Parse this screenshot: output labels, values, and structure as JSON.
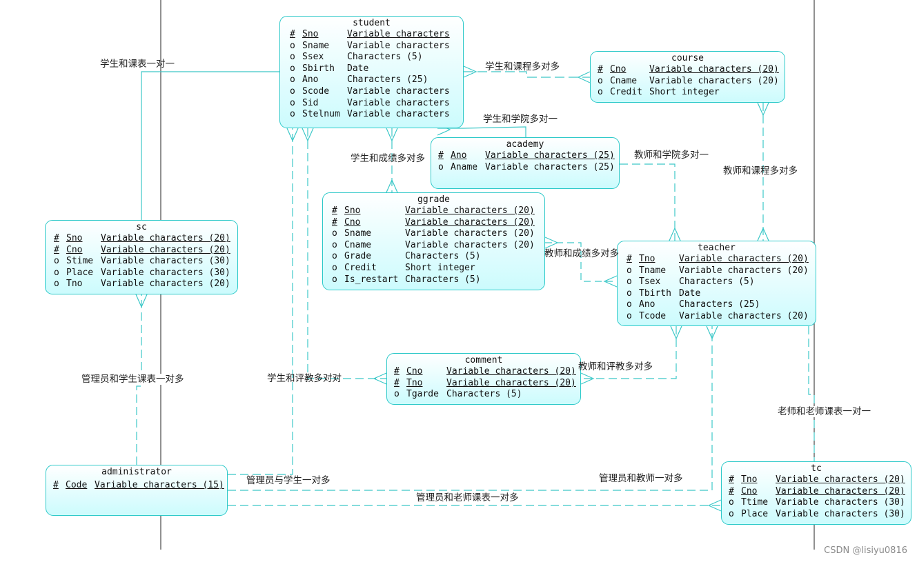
{
  "entities": {
    "student": {
      "name": "student",
      "attributes": [
        {
          "sym": "#",
          "name": "Sno",
          "type": "Variable characters",
          "key": true
        },
        {
          "sym": "o",
          "name": "Sname",
          "type": "Variable characters",
          "key": false
        },
        {
          "sym": "o",
          "name": "Ssex",
          "type": "Characters (5)",
          "key": false
        },
        {
          "sym": "o",
          "name": "Sbirth",
          "type": "Date",
          "key": false
        },
        {
          "sym": "o",
          "name": "Ano",
          "type": "Characters (25)",
          "key": false
        },
        {
          "sym": "o",
          "name": "Scode",
          "type": "Variable characters",
          "key": false
        },
        {
          "sym": "o",
          "name": "Sid",
          "type": "Variable characters",
          "key": false
        },
        {
          "sym": "o",
          "name": "Stelnum",
          "type": "Variable characters",
          "key": false
        }
      ]
    },
    "course": {
      "name": "course",
      "attributes": [
        {
          "sym": "#",
          "name": "Cno",
          "type": "Variable characters (20)",
          "key": true
        },
        {
          "sym": "o",
          "name": "Cname",
          "type": "Variable characters (20)",
          "key": false
        },
        {
          "sym": "o",
          "name": "Credit",
          "type": "Short integer",
          "key": false
        }
      ]
    },
    "academy": {
      "name": "academy",
      "attributes": [
        {
          "sym": "#",
          "name": "Ano",
          "type": "Variable characters (25)",
          "key": true
        },
        {
          "sym": "o",
          "name": "Aname",
          "type": "Variable characters (25)",
          "key": false
        }
      ]
    },
    "ggrade": {
      "name": "ggrade",
      "attributes": [
        {
          "sym": "#",
          "name": "Sno",
          "type": "Variable characters (20)",
          "key": true
        },
        {
          "sym": "#",
          "name": "Cno",
          "type": "Variable characters (20)",
          "key": true
        },
        {
          "sym": "o",
          "name": "Sname",
          "type": "Variable characters (20)",
          "key": false
        },
        {
          "sym": "o",
          "name": "Cname",
          "type": "Variable characters (20)",
          "key": false
        },
        {
          "sym": "o",
          "name": "Grade",
          "type": "Characters (5)",
          "key": false
        },
        {
          "sym": "o",
          "name": "Credit",
          "type": "Short integer",
          "key": false
        },
        {
          "sym": "o",
          "name": "Is_restart",
          "type": "Characters (5)",
          "key": false
        }
      ]
    },
    "sc": {
      "name": "sc",
      "attributes": [
        {
          "sym": "#",
          "name": "Sno",
          "type": "Variable characters (20)",
          "key": true
        },
        {
          "sym": "#",
          "name": "Cno",
          "type": "Variable characters (20)",
          "key": true
        },
        {
          "sym": "o",
          "name": "Stime",
          "type": "Variable characters (30)",
          "key": false
        },
        {
          "sym": "o",
          "name": "Place",
          "type": "Variable characters (30)",
          "key": false
        },
        {
          "sym": "o",
          "name": "Tno",
          "type": "Variable characters (20)",
          "key": false
        }
      ]
    },
    "teacher": {
      "name": "teacher",
      "attributes": [
        {
          "sym": "#",
          "name": "Tno",
          "type": "Variable characters (20)",
          "key": true
        },
        {
          "sym": "o",
          "name": "Tname",
          "type": "Variable characters (20)",
          "key": false
        },
        {
          "sym": "o",
          "name": "Tsex",
          "type": "Characters (5)",
          "key": false
        },
        {
          "sym": "o",
          "name": "Tbirth",
          "type": "Date",
          "key": false
        },
        {
          "sym": "o",
          "name": "Ano",
          "type": "Characters (25)",
          "key": false
        },
        {
          "sym": "o",
          "name": "Tcode",
          "type": "Variable characters (20)",
          "key": false
        }
      ]
    },
    "comment": {
      "name": "comment",
      "attributes": [
        {
          "sym": "#",
          "name": "Cno",
          "type": "Variable characters (20)",
          "key": true
        },
        {
          "sym": "#",
          "name": "Tno",
          "type": "Variable characters (20)",
          "key": true
        },
        {
          "sym": "o",
          "name": "Tgarde",
          "type": "Characters (5)",
          "key": false
        }
      ]
    },
    "administrator": {
      "name": "administrator",
      "attributes": [
        {
          "sym": "#",
          "name": "Code",
          "type": "Variable characters (15)",
          "key": true
        }
      ]
    },
    "tc": {
      "name": "tc",
      "attributes": [
        {
          "sym": "#",
          "name": "Tno",
          "type": "Variable characters (20)",
          "key": true
        },
        {
          "sym": "#",
          "name": "Cno",
          "type": "Variable characters (20)",
          "key": true
        },
        {
          "sym": "o",
          "name": "Ttime",
          "type": "Variable characters (30)",
          "key": false
        },
        {
          "sym": "o",
          "name": "Place",
          "type": "Variable characters (30)",
          "key": false
        }
      ]
    }
  },
  "relationships": {
    "student_sc": "学生和课表一对一",
    "student_course": "学生和课程多对多",
    "student_academy": "学生和学院多对一",
    "student_ggrade": "学生和成绩多对多",
    "teacher_academy": "教师和学院多对一",
    "teacher_course": "教师和课程多对多",
    "teacher_ggrade": "教师和成绩多对多",
    "teacher_comment": "教师和评教多对多",
    "student_comment": "学生和评教多对对",
    "admin_sc": "管理员和学生课表一对多",
    "admin_student": "管理员与学生一对多",
    "admin_teacher": "管理员和教师一对多",
    "admin_tc": "管理员和老师课表一对多",
    "teacher_tc": "老师和老师课表一对一"
  },
  "watermark": "CSDN @lisiyu0816",
  "colors": {
    "border": "#2cc9c9",
    "line": "#3cc8c8",
    "fill_top": "#ffffff",
    "fill_bottom": "#ccfbfd"
  }
}
